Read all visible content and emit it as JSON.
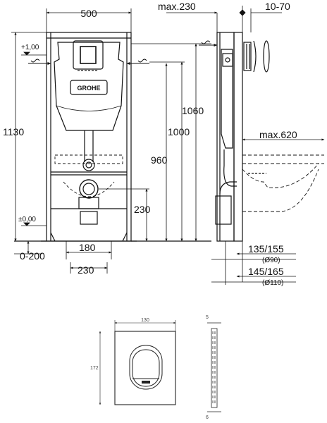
{
  "brand": "GROHE",
  "dims": {
    "frame_width": "500",
    "depth_max": "max.230",
    "depth_range": "10-70",
    "level_top": "+1,00",
    "level_floor": "±0,00",
    "total_height": "1130",
    "h1060": "1060",
    "h1000": "1000",
    "h960": "960",
    "h230": "230",
    "bowl_max": "max.620",
    "offset_range": "0-200",
    "width_180": "180",
    "width_230": "230",
    "pipe_small": "135/155",
    "pipe_small_dia": "(Ø90)",
    "pipe_large": "145/165",
    "pipe_large_dia": "(Ø110)"
  },
  "plate": {
    "width": "130",
    "height": "172",
    "thickness_top": "5",
    "thickness_bottom": "6"
  }
}
